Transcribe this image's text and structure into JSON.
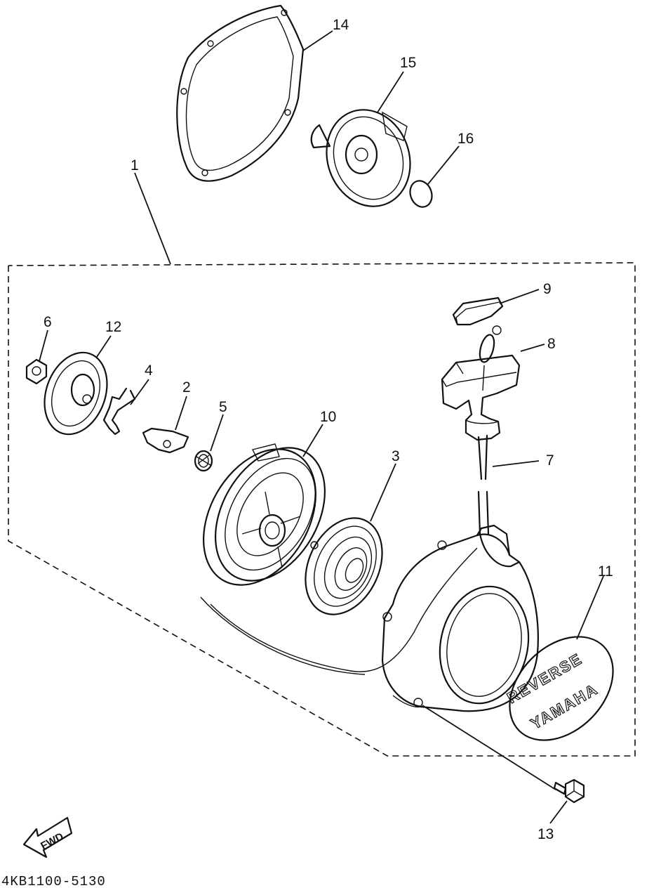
{
  "callouts": {
    "c1": "1",
    "c2": "2",
    "c3": "3",
    "c4": "4",
    "c5": "5",
    "c6": "6",
    "c7": "7",
    "c8": "8",
    "c9": "9",
    "c10": "10",
    "c11": "11",
    "c12": "12",
    "c13": "13",
    "c14": "14",
    "c15": "15",
    "c16": "16"
  },
  "emblem": {
    "line1": "REVERSE",
    "line2": "YAMAHA"
  },
  "fwd_label": "FWD",
  "diagram_code": "4KB1100-5130"
}
